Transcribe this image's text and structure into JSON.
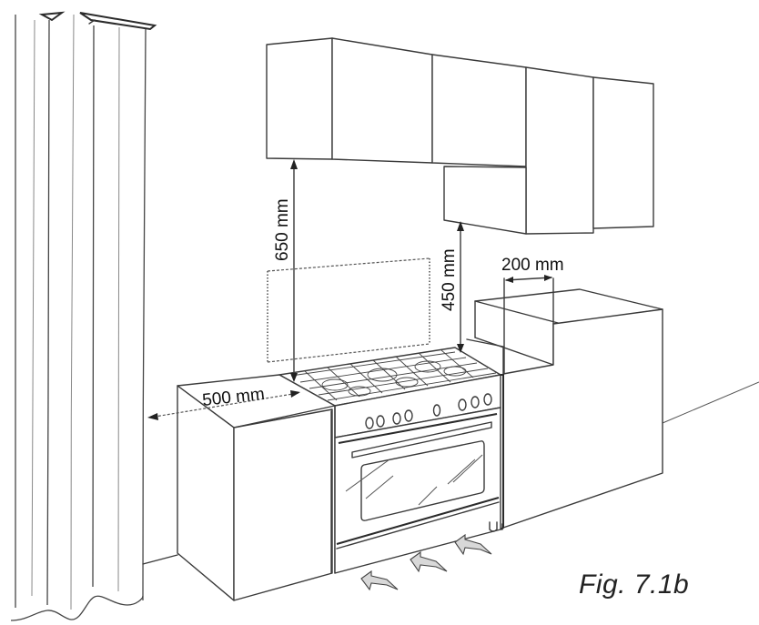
{
  "figure": {
    "caption": "Fig. 7.1b",
    "subject": "Range cooker installation clearances"
  },
  "dimensions": {
    "hood_clearance": "650 mm",
    "upper_cabinet_clearance": "450 mm",
    "side_clearance_right": "200 mm",
    "side_clearance_left": "500 mm"
  },
  "elements": {
    "curtain": "curtain",
    "upper_cabinets": "upper-cabinets",
    "backsplash": "backsplash-dashed",
    "cooker": "range-cooker",
    "left_cabinet": "left-base-cabinet",
    "right_cabinet": "right-base-cabinet",
    "air_flow_arrows": 3
  }
}
